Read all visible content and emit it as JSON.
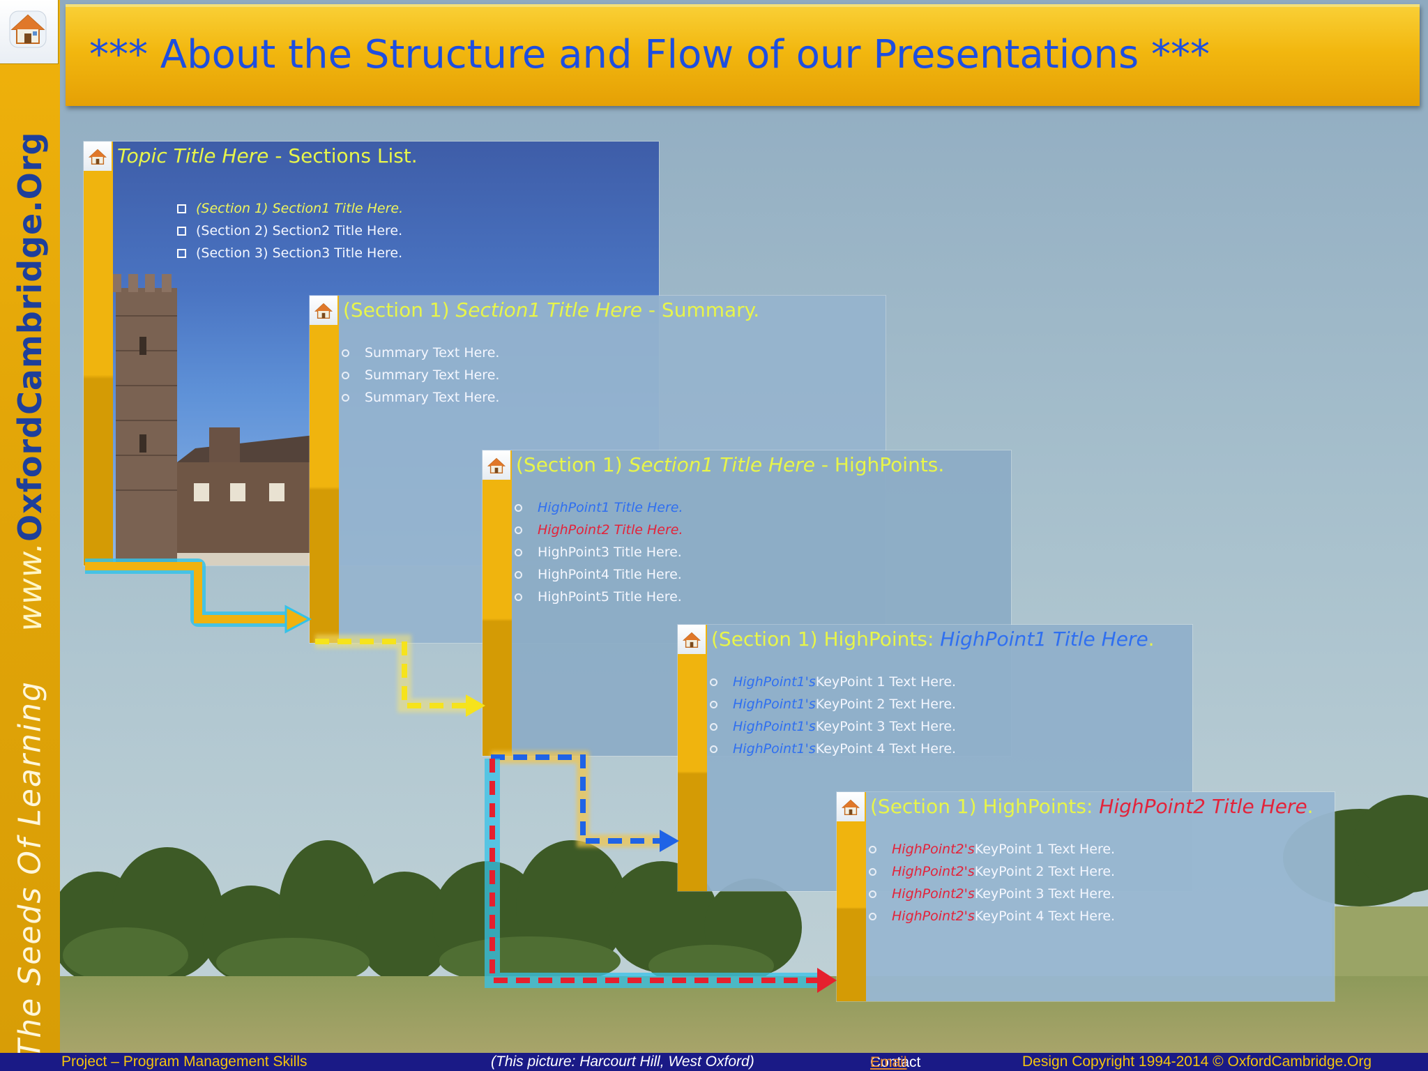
{
  "header": {
    "title": "*** About the Structure and Flow of our Presentations ***"
  },
  "sidebar": {
    "brand_prefix": "www.",
    "brand_name": "OxfordCambridge.Org",
    "tagline": "The Seeds Of Learning",
    "home_icon": "home-icon"
  },
  "slides": [
    {
      "title_italic": "Topic Title Here",
      "title_rest": " - Sections List.",
      "items": [
        "(Section 1) Section1 Title Here.",
        "(Section 2) Section2 Title Here.",
        "(Section 3) Section3 Title Here."
      ]
    },
    {
      "title_prefix": "(Section 1) ",
      "title_italic": "Section1  Title Here",
      "title_rest": " - Summary.",
      "items": [
        "Summary  Text Here.",
        "Summary  Text Here.",
        "Summary  Text Here."
      ]
    },
    {
      "title_prefix": "(Section 1) ",
      "title_italic": "Section1  Title Here",
      "title_rest": " - HighPoints.",
      "items": [
        "HighPoint1 Title Here.",
        "HighPoint2 Title Here.",
        "HighPoint3 Title Here.",
        "HighPoint4 Title Here.",
        "HighPoint5 Title Here."
      ]
    },
    {
      "title_prefix": "(Section 1) HighPoints: ",
      "title_italic": "HighPoint1  Title Here",
      "title_rest": ".",
      "item_prefix": "HighPoint1's",
      "items": [
        "KeyPoint 1 Text Here.",
        "KeyPoint 2 Text Here.",
        "KeyPoint 3 Text Here.",
        "KeyPoint 4 Text Here."
      ]
    },
    {
      "title_prefix": "(Section 1) HighPoints: ",
      "title_italic": "HighPoint2  Title Here",
      "title_rest": ".",
      "item_prefix": "HighPoint2's",
      "items": [
        "KeyPoint 1 Text Here.",
        "KeyPoint 2 Text Here.",
        "KeyPoint 3 Text Here.",
        "KeyPoint 4 Text Here."
      ]
    }
  ],
  "footer": {
    "course": "Project – Program Management Skills",
    "caption": "(This picture: Harcourt Hill, West Oxford)",
    "contact_label": "Contact ",
    "email_label": "Email",
    "copyright": "Design Copyright 1994-2014 © OxfordCambridge.Org"
  },
  "colors": {
    "accent_gold": "#f0b40e",
    "title_blue": "#1d4ee0",
    "footer_navy": "#1a1a86",
    "highlight_red": "#e3233a",
    "highlight_blue": "#2f6ff0"
  }
}
